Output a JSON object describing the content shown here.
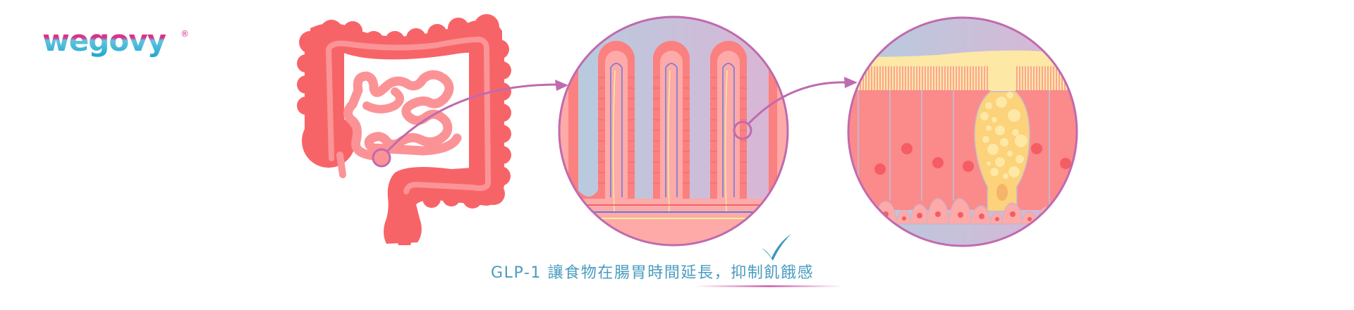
{
  "brand": {
    "logo_text": "wegovy",
    "registered_mark": "®",
    "colors": {
      "top": "#d6348c",
      "bottom": "#1aa6cf"
    }
  },
  "diagram": {
    "panels": [
      {
        "id": "colon",
        "label": "large-and-small-intestine"
      },
      {
        "id": "villi",
        "label": "intestinal-villi-magnified"
      },
      {
        "id": "cells",
        "label": "epithelial-cells-with-goblet-cell"
      }
    ],
    "colors": {
      "colon": "#f76468",
      "colon_inner": "#fb9496",
      "small_intestine": "#fb9396",
      "circle_border": "#c06aae",
      "arrow": "#c06aae",
      "villi_bg_left": "#b4cde0",
      "villi_bg_right": "#dcb4d4",
      "tissue": "#fdaaa8",
      "epithelium": "#fb8080",
      "mucus": "#fde8a6",
      "goblet": "#fcd27a",
      "nucleus": "#f55c64",
      "vessel_red": "#ee4d58",
      "vessel_blue": "#6878d8",
      "vessel_yellow": "#f2ee9a"
    }
  },
  "caption": {
    "text": "GLP-1 讓食物在腸胃時間延長，抑制飢餓感",
    "color": "#4a9cc0",
    "check_icon": "checkmark-icon",
    "underline_color": "#c85aa4"
  }
}
